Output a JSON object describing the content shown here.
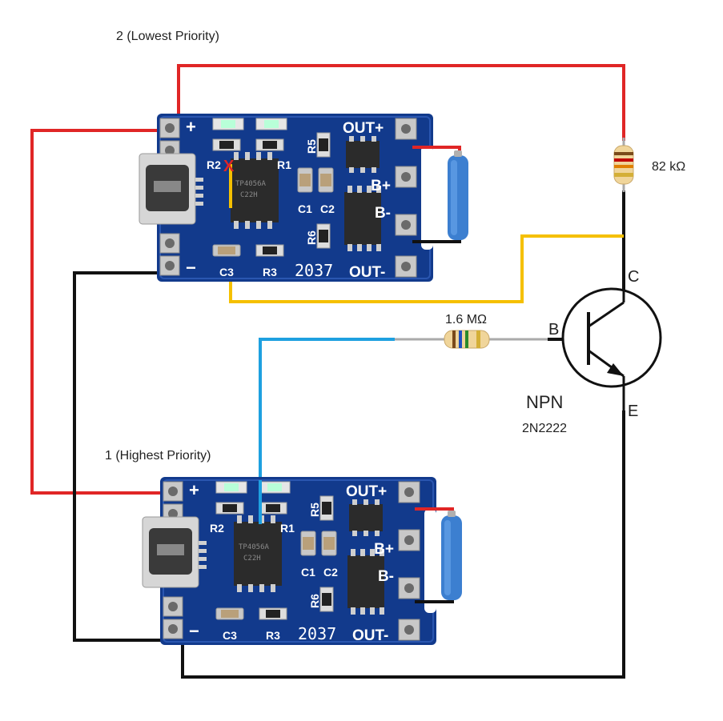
{
  "labels": {
    "board_top_title": "2 (Lowest Priority)",
    "board_bottom_title": "1 (Highest Priority)",
    "resistor_collector": "82 kΩ",
    "resistor_base": "1.6 MΩ",
    "transistor_type": "NPN",
    "transistor_part": "2N2222",
    "pin_c": "C",
    "pin_b": "B",
    "pin_e": "E"
  },
  "board_silk": {
    "plus": "+",
    "minus": "−",
    "out_plus": "OUT+",
    "out_minus": "OUT-",
    "b_plus": "B+",
    "b_minus": "B-",
    "r1": "R1",
    "r2": "R2",
    "r3": "R3",
    "r5": "R5",
    "r6": "R6",
    "c1": "C1",
    "c2": "C2",
    "c3": "C3",
    "code": "2037",
    "chip_line1": "TP4056A",
    "chip_line2": "C22H"
  },
  "marks": {
    "cut_mark": "X"
  },
  "colors": {
    "wire_red": "#e02626",
    "wire_black": "#111111",
    "wire_yellow": "#f5c000",
    "wire_blue": "#1ea0e0",
    "pcb_blue": "#123a8c",
    "battery_blue": "#3c7fd0"
  }
}
